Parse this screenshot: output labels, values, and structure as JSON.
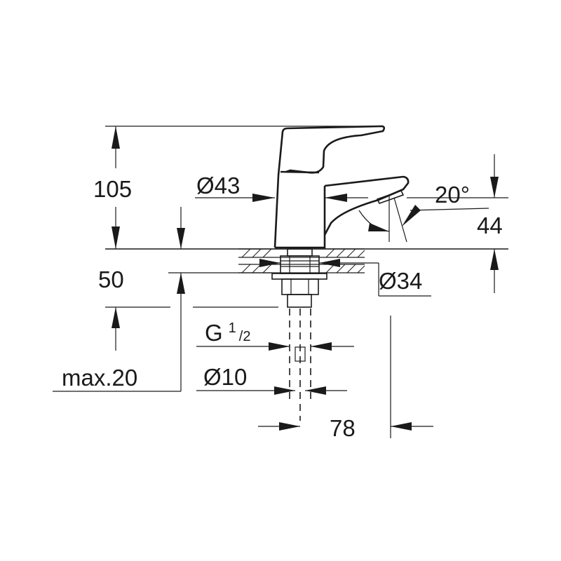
{
  "dimensions": {
    "height_total": "105",
    "body_diameter": "Ø43",
    "spout_angle": "20°",
    "spout_height": "44",
    "below_deck": "50",
    "base_diameter": "Ø34",
    "thread": "G",
    "thread_sup": "1",
    "thread_sub": "/2",
    "max_thickness": "max.20",
    "pipe_diameter": "Ø10",
    "projection": "78"
  }
}
